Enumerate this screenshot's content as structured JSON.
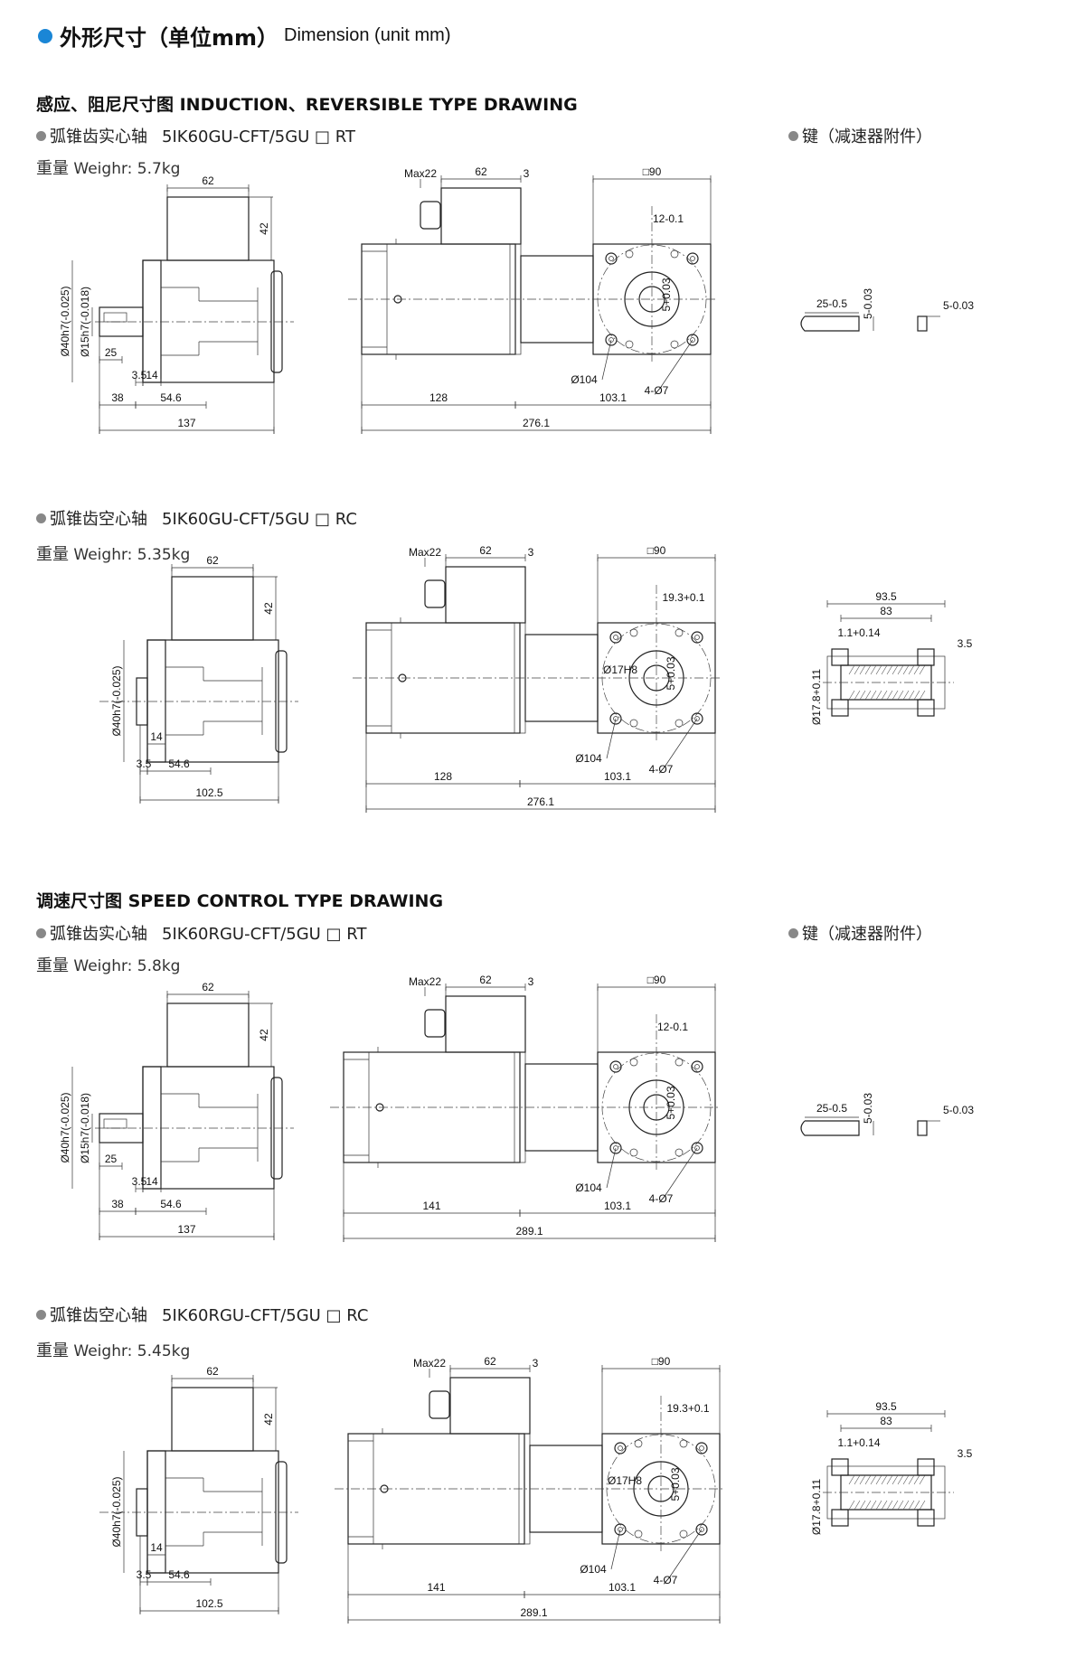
{
  "header": {
    "title_cn": "外形尺寸（单位mm）",
    "title_en": "Dimension (unit mm)",
    "dot_color": "#1a86d6"
  },
  "induction": {
    "title": "感应、阻尼尺寸图 INDUCTION、REVERSIBLE TYPE DRAWING",
    "solid": {
      "shaft_type": "弧锥齿实心轴",
      "model": "5IK60GU-CFT/5GU □ RT",
      "weight_cn": "重量",
      "weight_en": "Weighr: 5.7kg",
      "key_label": "键（减速器附件）"
    },
    "hollow": {
      "shaft_type": "弧锥齿空心轴",
      "model": "5IK60GU-CFT/5GU □ RC",
      "weight_cn": "重量",
      "weight_en": "Weighr: 5.35kg"
    }
  },
  "speed": {
    "title": "调速尺寸图 SPEED CONTROL TYPE DRAWING",
    "solid": {
      "shaft_type": "弧锥齿实心轴",
      "model": "5IK60RGU-CFT/5GU □ RT",
      "weight_cn": "重量",
      "weight_en": "Weighr: 5.8kg",
      "key_label": "键（减速器附件）"
    },
    "hollow": {
      "shaft_type": "弧锥齿空心轴",
      "model": "5IK60RGU-CFT/5GU □ RC",
      "weight_cn": "重量",
      "weight_en": "Weighr: 5.45kg"
    }
  },
  "dims": {
    "d62": "62",
    "d42": "42",
    "dmax22": "Max22",
    "d3": "3",
    "d90": "□90",
    "d40": "Ø40h7(-0.025)",
    "d15": "Ø15h7(-0.018)",
    "d25": "25",
    "d35": "3.5",
    "d14": "14",
    "d38": "38",
    "d546": "54.6",
    "d137": "137",
    "d1025": "102.5",
    "d128": "128",
    "d141": "141",
    "d1031": "103.1",
    "d2761": "276.1",
    "d2891": "289.1",
    "d104": "Ø104",
    "d47": "4-Ø7",
    "d17h8": "Ø17H8",
    "d12": "12-0.1",
    "d193": "19.3+0.1",
    "d5p": "5+0.03",
    "key25": "25-0.5",
    "key5a": "5-0.03",
    "key5b": "5-0.03",
    "h935": "93.5",
    "h83": "83",
    "h11": "1.1+0.14",
    "h35": "3.5",
    "h178": "Ø17.8+0.11"
  }
}
